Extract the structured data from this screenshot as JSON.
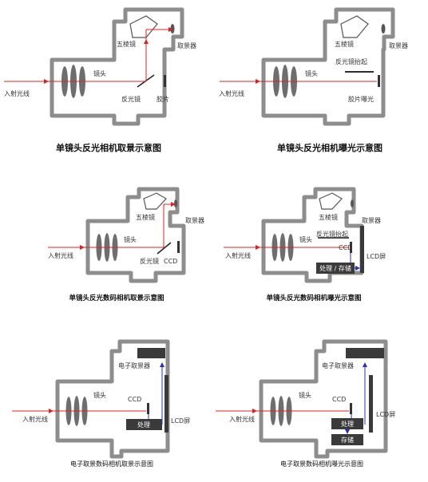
{
  "colors": {
    "body": "#8d8d8d",
    "light_ray": "#e02020",
    "signal": "#2233bb",
    "part": "#3a3a3a"
  },
  "d1": {
    "caption": "单镜头反光相机取景示意图",
    "labels": {
      "pentaprism": "五棱镜",
      "viewfinder": "取景器",
      "lens": "镜头",
      "incident": "入射光线",
      "mirror": "反光镜",
      "film": "胶片"
    }
  },
  "d2": {
    "caption": "单镜头反光相机曝光示意图",
    "labels": {
      "pentaprism": "五棱镜",
      "viewfinder": "取景器",
      "mirror_up": "反光镜抬起",
      "lens": "镜头",
      "incident": "入射光线",
      "film_exposure": "胶片曝光"
    }
  },
  "d3": {
    "caption": "单镜头反光数码相机取景示意图",
    "labels": {
      "pentaprism": "五棱镜",
      "viewfinder": "取景器",
      "lens": "镜头",
      "incident": "入射光线",
      "mirror": "反光镜",
      "ccd": "CCD"
    }
  },
  "d4": {
    "caption": "单镜头反光数码相机曝光示意图",
    "labels": {
      "pentaprism": "五棱镜",
      "viewfinder": "取景器",
      "mirror_up": "反光镜抬起",
      "lens": "镜头",
      "incident": "入射光线",
      "ccd": "CCD",
      "process_store": "处理 / 存储",
      "lcd": "LCD屏"
    }
  },
  "d5": {
    "caption": "电子取景数码相机取景示意图",
    "labels": {
      "evf": "电子取景器",
      "lens": "镜头",
      "incident": "入射光线",
      "ccd": "CCD",
      "process": "处理",
      "lcd": "LCD屏"
    }
  },
  "d6": {
    "caption": "电子取景数码相机曝光示意图",
    "labels": {
      "evf": "电子取景器",
      "lens": "镜头",
      "incident": "入射光线",
      "ccd": "CCD",
      "process": "处理",
      "store": "存储",
      "lcd": "LCD屏"
    }
  }
}
